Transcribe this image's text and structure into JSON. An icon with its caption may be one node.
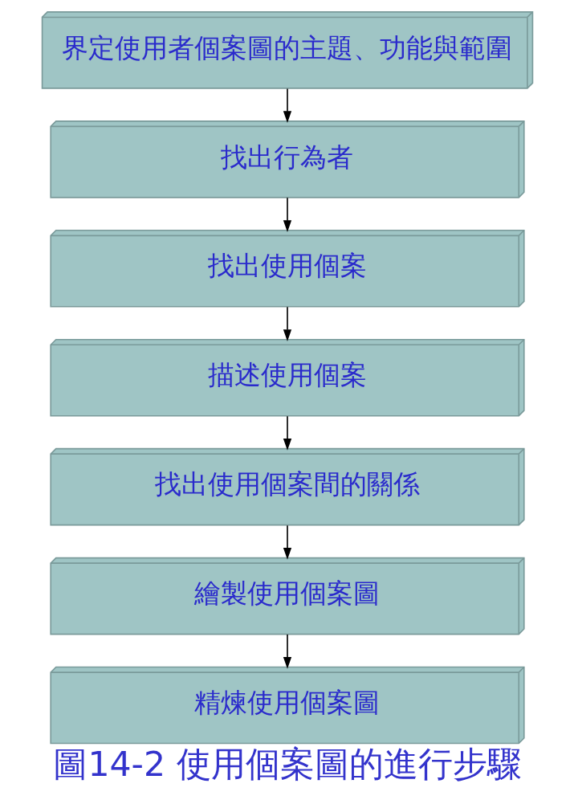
{
  "diagram": {
    "caption": "圖14-2 使用個案圖的進行步驟",
    "nodes": [
      {
        "text": [
          "界定使用者個案圖的主題、功能與範圍"
        ]
      },
      {
        "text": [
          "找出行為者"
        ]
      },
      {
        "text": [
          "找出使用個案"
        ]
      },
      {
        "text": [
          "描述使用個案"
        ]
      },
      {
        "text": [
          "找出使用個案間的關係"
        ]
      },
      {
        "text": [
          "繪製使用個案圖"
        ]
      },
      {
        "text": [
          "精煉使用個案圖"
        ]
      }
    ],
    "edges": [
      {
        "from": 0,
        "to": 1,
        "arrow": "to"
      },
      {
        "from": 1,
        "to": 2,
        "arrow": "to"
      },
      {
        "from": 2,
        "to": 3,
        "arrow": "to"
      },
      {
        "from": 3,
        "to": 4,
        "arrow": "to"
      },
      {
        "from": 4,
        "to": 5,
        "arrow": "to"
      },
      {
        "from": 5,
        "to": 6,
        "arrow": "to"
      }
    ]
  }
}
